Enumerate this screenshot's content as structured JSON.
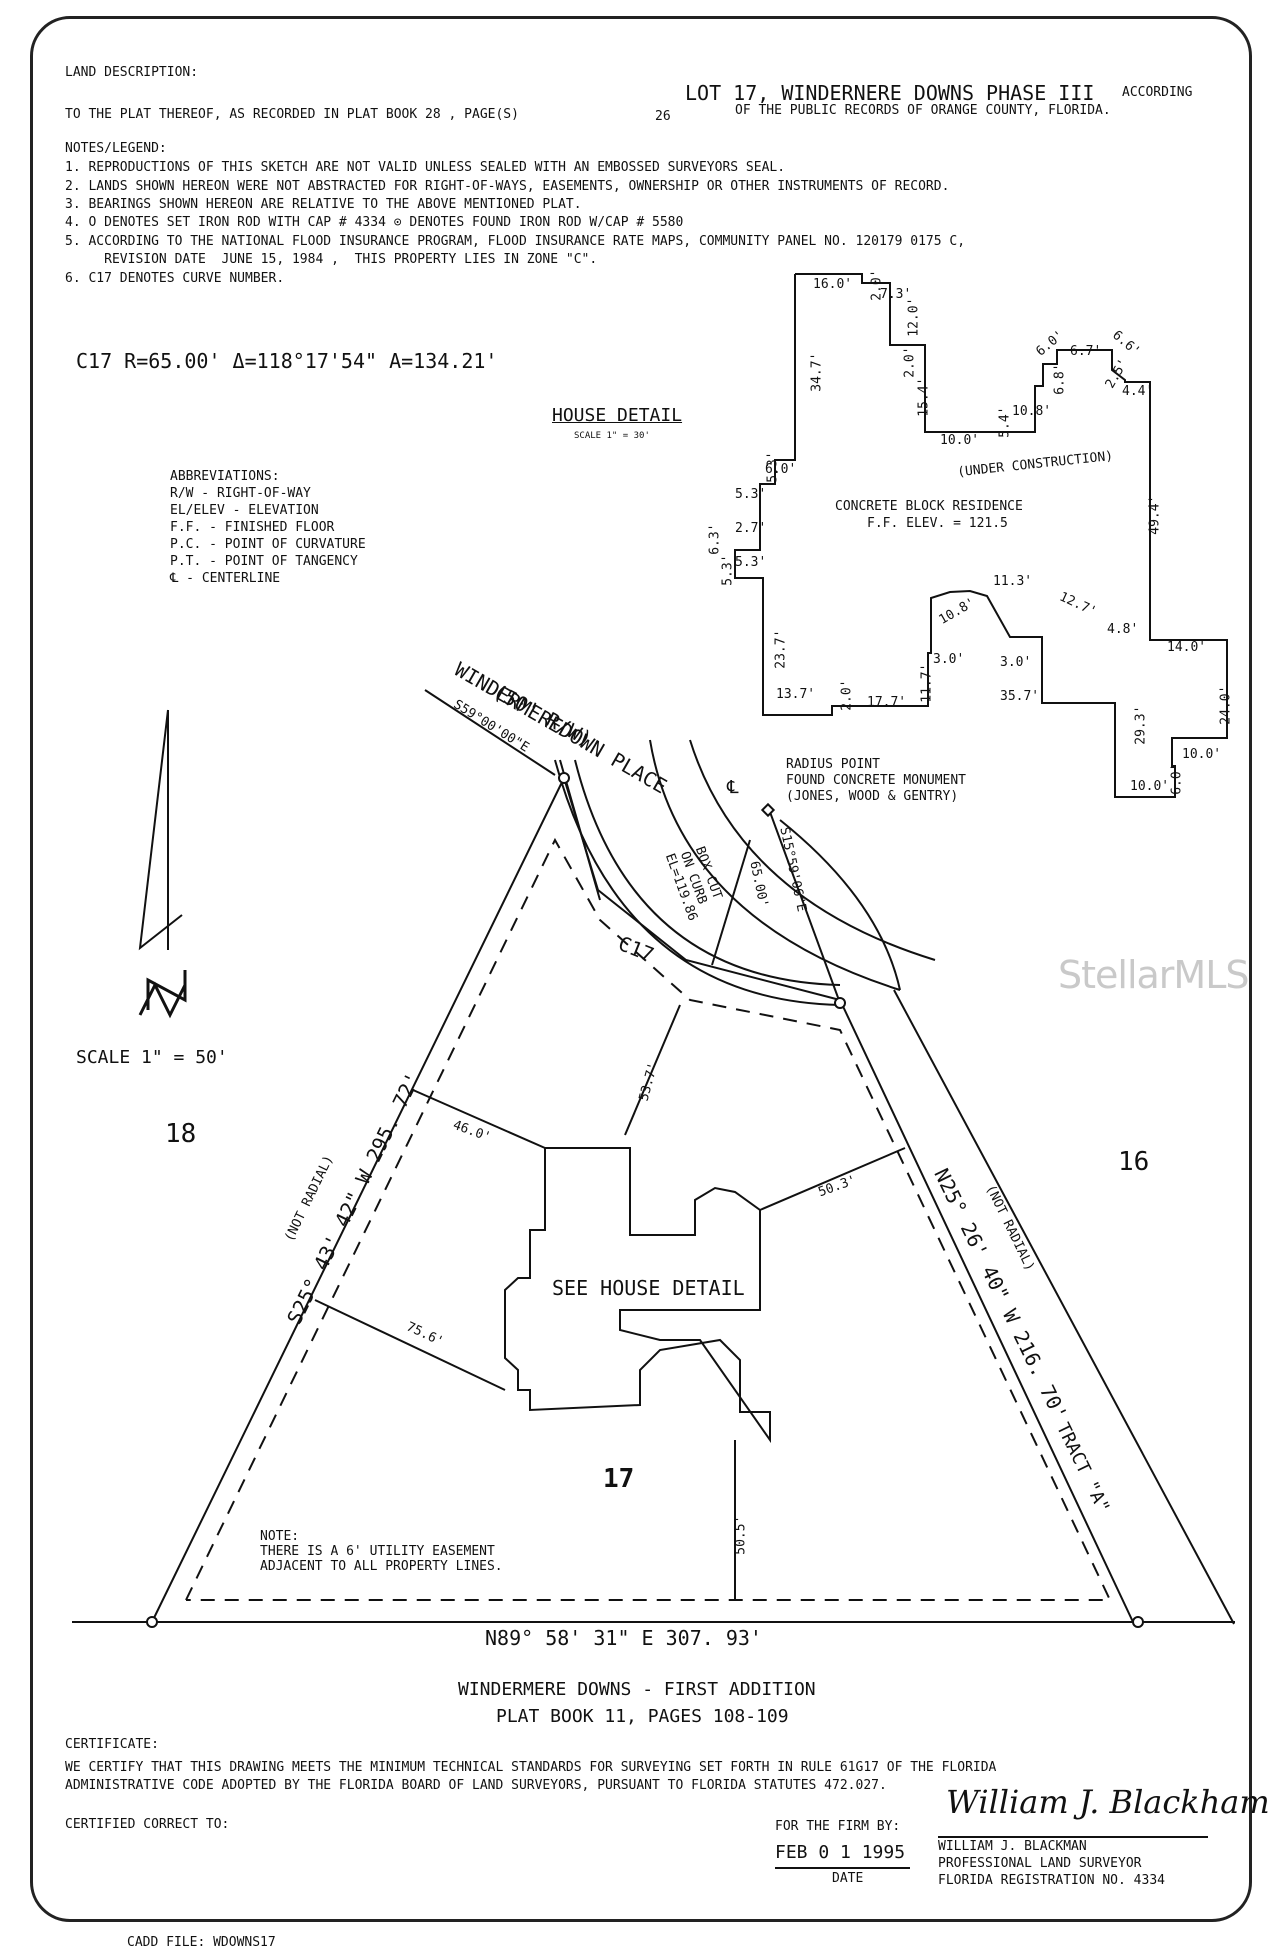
{
  "land_description": {
    "heading": "LAND DESCRIPTION:",
    "lot_line": "LOT 17, WINDERNERE DOWNS PHASE III",
    "according": "ACCORDING",
    "plat_line": "TO THE PLAT THEREOF, AS RECORDED IN PLAT BOOK 28 , PAGE(S)",
    "page_no": "26",
    "records_line": "OF THE PUBLIC RECORDS OF  ORANGE  COUNTY, FLORIDA."
  },
  "notes": {
    "heading": "NOTES/LEGEND:",
    "items": [
      "1.  REPRODUCTIONS OF THIS SKETCH ARE NOT VALID UNLESS SEALED WITH AN EMBOSSED SURVEYORS SEAL.",
      "2.  LANDS SHOWN HEREON WERE NOT ABSTRACTED FOR RIGHT-OF-WAYS, EASEMENTS, OWNERSHIP OR OTHER INSTRUMENTS OF RECORD.",
      "3.  BEARINGS SHOWN HEREON ARE RELATIVE TO THE ABOVE MENTIONED PLAT.",
      "4.  O DENOTES SET IRON ROD WITH CAP # 4334 ⊙ DENOTES FOUND IRON ROD W/CAP # 5580",
      "5.  ACCORDING TO THE NATIONAL FLOOD INSURANCE PROGRAM, FLOOD INSURANCE RATE MAPS, COMMUNITY PANEL NO. 120179 0175 C,",
      "     REVISION DATE  JUNE 15, 1984 ,  THIS PROPERTY LIES IN ZONE \"C\".",
      "6.  C17 DENOTES CURVE NUMBER."
    ]
  },
  "curve": "C17  R=65.00'   Δ=118°17'54\"   A=134.21'",
  "house_detail": {
    "title": "HOUSE DETAIL",
    "scale": "SCALE 1\" = 30'"
  },
  "abbreviations": {
    "heading": "ABBREVIATIONS:",
    "items": [
      "R/W - RIGHT-OF-WAY",
      "EL/ELEV - ELEVATION",
      "F.F. - FINISHED FLOOR",
      "P.C. - POINT OF CURVATURE",
      "P.T. - POINT OF TANGENCY",
      "℄ - CENTERLINE"
    ]
  },
  "house": {
    "under_construction": "(UNDER CONSTRUCTION)",
    "residence": "CONCRETE BLOCK RESIDENCE",
    "ff_elev": "F.F. ELEV. = 121.5",
    "dims": [
      "16.0'",
      "2.0'",
      "7.3'",
      "12.0'",
      "34.7'",
      "2.0'",
      "15.4'",
      "5.4'",
      "10.8'",
      "6.0'",
      "6.8'",
      "6.7'",
      "6.6'",
      "2.5'",
      "4.4'",
      "10.0'",
      "5.3'",
      "6.0'",
      "5.3'",
      "6.3'",
      "2.7'",
      "5.3'",
      "5.3'",
      "49.4'",
      "10.8'",
      "3.0'",
      "11.3'",
      "12.7'",
      "4.8'",
      "14.0'",
      "23.7'",
      "3.0'",
      "13.7'",
      "2.0'",
      "17.7'",
      "11.7'",
      "35.7'",
      "29.3'",
      "24.0'",
      "10.0'",
      "6.0'",
      "10.0'"
    ]
  },
  "street": {
    "name": "WINDERMEREDOWN PLACE",
    "rw": "(50' R/W)"
  },
  "radius_point": [
    "RADIUS POINT",
    "FOUND CONCRETE MONUMENT",
    "(JONES, WOOD & GENTRY)"
  ],
  "box_cut": [
    "BOX CUT",
    "ON CURB",
    "EL=119.86"
  ],
  "bearings": {
    "top_west": "S59°00'00\"E",
    "radius_east": "S15°59'06\"E",
    "radius_len": "65.00'",
    "west": "S25° 43' 42\" W 295. 72'",
    "west_note": "(NOT RADIAL)",
    "east": "N25° 26' 40\" W 216. 70'",
    "east_note": "(NOT RADIAL)",
    "tract": "TRACT \"A\"",
    "south": "N89° 58' 31\" E 307. 93'"
  },
  "curve_label": "C17",
  "scale_text": "SCALE  1\" = 50'",
  "north_letter": "N",
  "lots": {
    "west": "18",
    "east": "16",
    "this": "17"
  },
  "setbacks": {
    "front": "53.7'",
    "west_a": "46.0'",
    "east_a": "50.3'",
    "west_b": "75.6'",
    "rear": "50.5'"
  },
  "see_house_detail": "SEE HOUSE DETAIL",
  "easement_note": [
    "NOTE:",
    "THERE IS A 6' UTILITY EASEMENT",
    "ADJACENT TO ALL PROPERTY LINES."
  ],
  "adjacent": {
    "line1": "WINDERMERE DOWNS - FIRST ADDITION",
    "line2": "PLAT BOOK 11, PAGES 108-109"
  },
  "certificate": {
    "heading": "CERTIFICATE:",
    "line1": "WE CERTIFY THAT THIS DRAWING MEETS THE MINIMUM TECHNICAL STANDARDS FOR SURVEYING SET FORTH IN RULE 61G17 OF THE FLORIDA",
    "line2": "ADMINISTRATIVE CODE ADOPTED BY THE FLORIDA BOARD OF LAND SURVEYORS,  PURSUANT TO FLORIDA STATUTES 472.027.",
    "certified_to": "CERTIFIED CORRECT TO:",
    "for_firm": "FOR THE FIRM BY:",
    "date_value": "FEB 0 1 1995",
    "date_label": "DATE",
    "signature": "William J. Blackham",
    "surveyor": "WILLIAM J. BLACKMAN",
    "title": "PROFESSIONAL LAND SURVEYOR",
    "registration": "FLORIDA REGISTRATION NO.  4334"
  },
  "cadd_file": "CADD FILE: WDOWNS17",
  "watermark": "StellarMLS"
}
